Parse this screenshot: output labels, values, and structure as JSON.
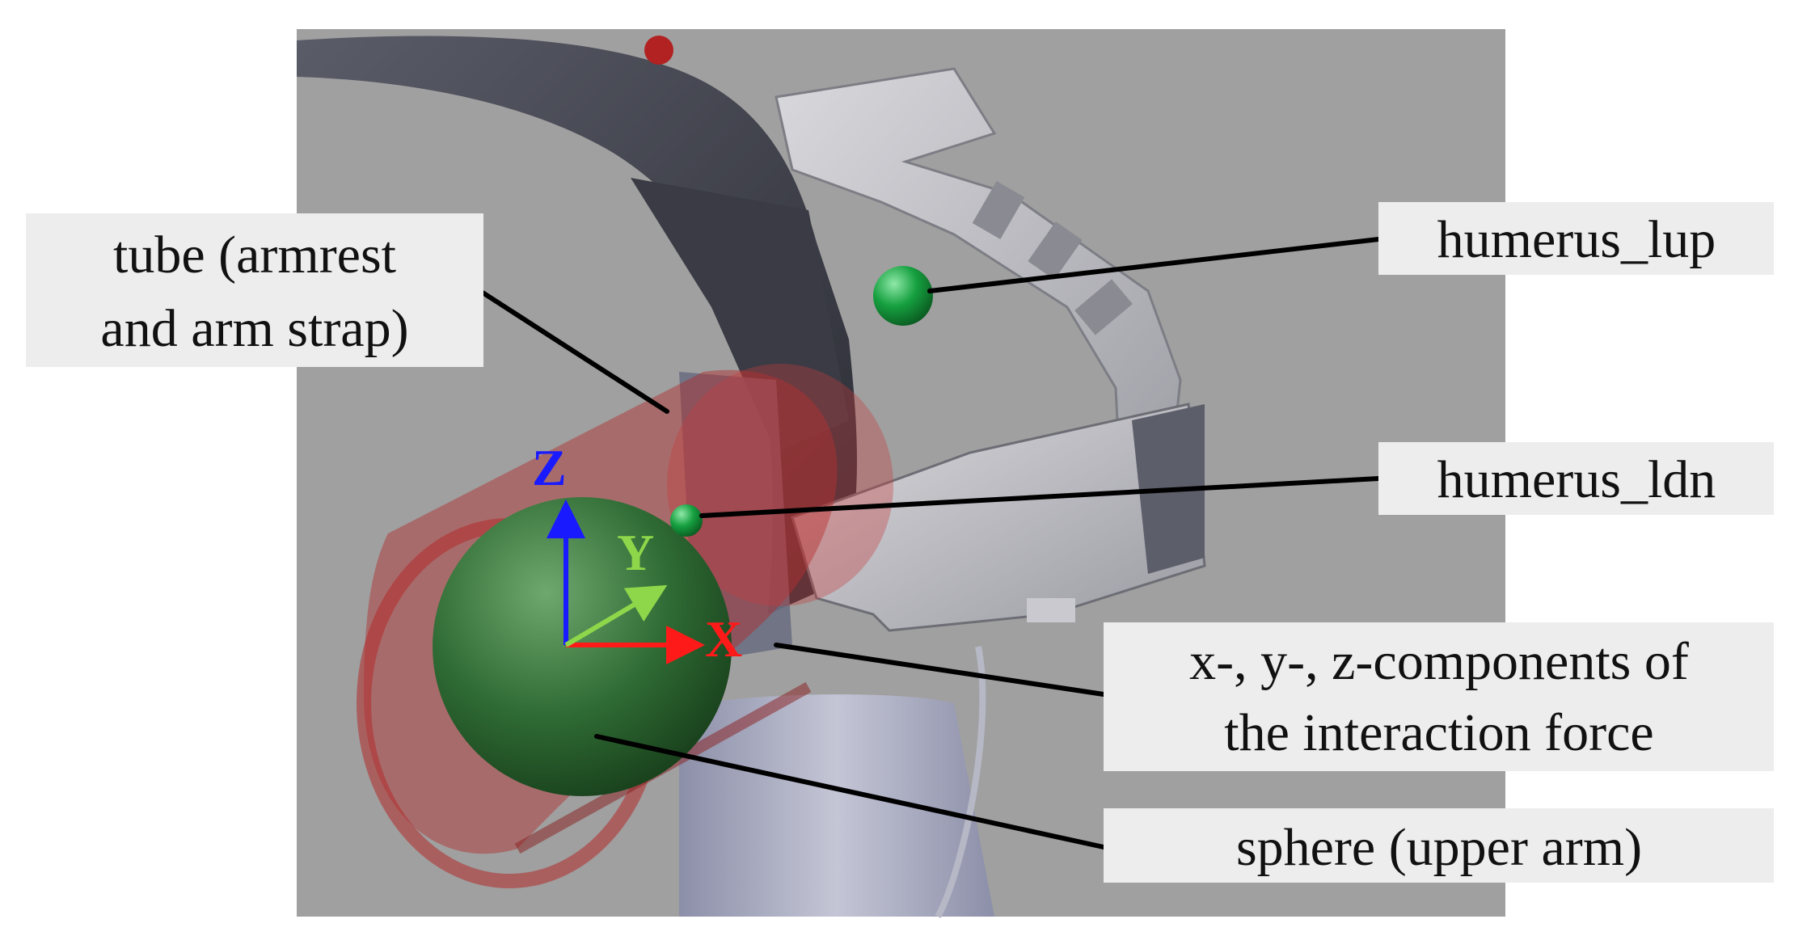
{
  "labels": {
    "tube_line1": "tube (armrest",
    "tube_line2": "and arm strap)",
    "humerus_lup": "humerus_lup",
    "humerus_ldn": "humerus_ldn",
    "force_line1": "x-, y-, z-components of",
    "force_line2": "the interaction force",
    "sphere": "sphere (upper arm)"
  },
  "axes": {
    "x": "X",
    "y": "Y",
    "z": "Z"
  },
  "colors": {
    "background": "#a0a0a0",
    "label_box": "#ededed",
    "x_axis": "#ff1a1a",
    "y_axis": "#8ed64a",
    "z_axis": "#1a1aff",
    "tube": "#b22a2a",
    "sphere": "#2f6b34",
    "marker": "#16a040"
  }
}
